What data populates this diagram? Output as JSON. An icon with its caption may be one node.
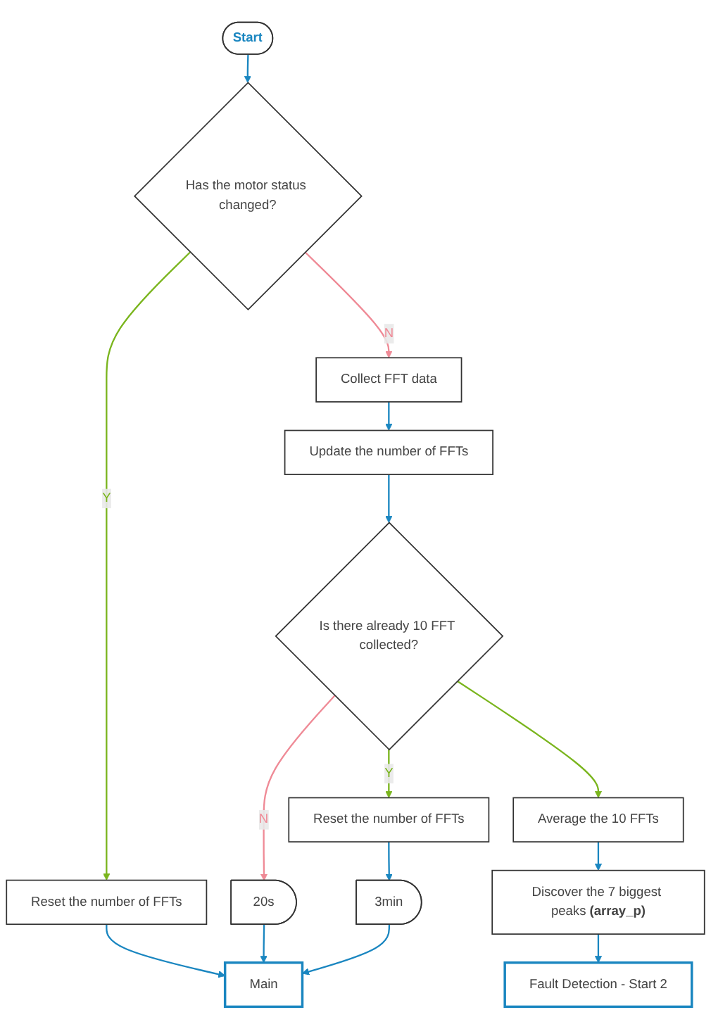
{
  "diagram": {
    "nodes": [
      {
        "text": [
          "Start"
        ]
      },
      {
        "text": [
          "Has the motor status changed?"
        ]
      },
      {
        "text": [
          "Reset the number of FFTs"
        ]
      },
      {
        "text": [
          "Collect FFT data"
        ]
      },
      {
        "text": [
          "Update the number of FFTs"
        ]
      },
      {
        "text": [
          "Is there already 10 FFT collected?"
        ]
      },
      {
        "text": [
          "20s"
        ]
      },
      {
        "text": [
          "Main"
        ]
      },
      {
        "text": [
          "Reset the number of FFTs"
        ]
      },
      {
        "text": [
          "3min"
        ]
      },
      {
        "text": [
          "Average the 10 FFTs"
        ]
      },
      {
        "text": [
          "Discover the 7 biggest peaks **(array_p)**"
        ]
      },
      {
        "text": [
          "Fault Detection - Start 2"
        ]
      }
    ],
    "edges": [
      {
        "from": 0,
        "to": 1,
        "arrow": "to"
      },
      {
        "from": 1,
        "to": 2,
        "arrow": "to",
        "label": "Y",
        "color": "#7ab51d"
      },
      {
        "from": 1,
        "to": 3,
        "arrow": "to",
        "label": "N",
        "color": "#ef8a96"
      },
      {
        "from": 3,
        "to": 4,
        "arrow": "to"
      },
      {
        "from": 4,
        "to": 5,
        "arrow": "to"
      },
      {
        "from": 2,
        "to": 7,
        "arrow": "to"
      },
      {
        "from": 5,
        "to": 6,
        "arrow": "to",
        "label": "N",
        "color": "#ef8a96"
      },
      {
        "from": 6,
        "to": 7,
        "arrow": "to"
      },
      {
        "from": 5,
        "to": 8,
        "arrow": "to",
        "label": "Y",
        "color": "#7ab51d"
      },
      {
        "from": 5,
        "to": 10,
        "arrow": "to",
        "color": "#7ab51d"
      },
      {
        "from": 8,
        "to": 9,
        "arrow": "to"
      },
      {
        "from": 9,
        "to": 7,
        "arrow": "to"
      },
      {
        "from": 10,
        "to": 11,
        "arrow": "to"
      },
      {
        "from": 11,
        "to": 12,
        "arrow": "to"
      }
    ]
  }
}
